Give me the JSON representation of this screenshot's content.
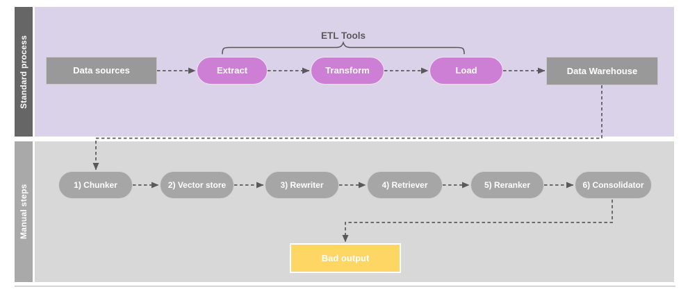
{
  "lanes": {
    "standard": {
      "label": "Standard process"
    },
    "manual": {
      "label": "Manual steps"
    }
  },
  "bracket": {
    "label": "ETL Tools"
  },
  "standard_nodes": {
    "data_sources": {
      "label": "Data sources"
    },
    "extract": {
      "label": "Extract"
    },
    "transform": {
      "label": "Transform"
    },
    "load": {
      "label": "Load"
    },
    "data_warehouse": {
      "label": "Data Warehouse"
    }
  },
  "manual_nodes": {
    "chunker": {
      "label": "1) Chunker"
    },
    "vector_store": {
      "label": "2) Vector store"
    },
    "rewriter": {
      "label": "3) Rewriter"
    },
    "retriever": {
      "label": "4) Retriever"
    },
    "reranker": {
      "label": "5) Reranker"
    },
    "consolidator": {
      "label": "6) Consolidator"
    },
    "bad_output": {
      "label": "Bad output"
    }
  },
  "colors": {
    "lane_label_dark": "#666666",
    "lane_label_light": "#a9a9a9",
    "lane_bg_purple": "#d9d2e9",
    "lane_bg_gray": "#d8d8d8",
    "node_gray": "#999999",
    "pill_gray": "#a6a6a6",
    "pill_purple": "#cd7fd5",
    "warning_yellow": "#fdd663",
    "connector": "#595959",
    "shape_text": "#ffffff"
  }
}
